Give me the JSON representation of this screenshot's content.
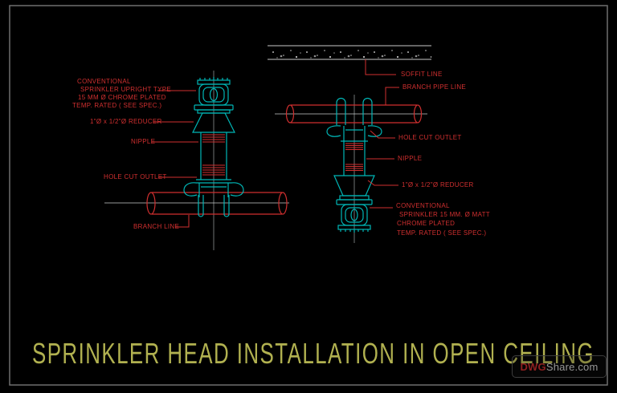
{
  "title": "SPRINKLER HEAD INSTALLATION IN OPEN CEILING",
  "watermark": {
    "brand": "DWG",
    "suffix": "Share.com"
  },
  "colors": {
    "background": "#000000",
    "sheet_frame_gray": "#6f6f6f",
    "drawing_cyan": "#00b6b6",
    "annotation_red": "#d02f2f",
    "centerline_white": "#c8cdcd",
    "centerline_gray": "#8b9393",
    "soffit_gray": "#c8c8c8",
    "title_yellow": "#b1b150"
  },
  "left_detail": {
    "labels": {
      "block": [
        "CONVENTIONAL",
        "SPRINKLER UPRIGHT TYPE",
        "15 MM Ø CHROME PLATED",
        "TEMP. RATED ( SEE SPEC.)"
      ],
      "reducer": "1\"Ø x 1/2\"Ø REDUCER",
      "nipple": "NIPPLE",
      "hole_cut_outlet": "HOLE CUT OUTLET",
      "branch_line": "BRANCH LINE"
    }
  },
  "right_detail": {
    "labels": {
      "soffit_line": "SOFFIT LINE",
      "branch_pipe_line": "BRANCH PIPE LINE",
      "hole_cut_outlet": "HOLE CUT OUTLET",
      "nipple": "NIPPLE",
      "reducer": "1\"Ø x 1/2\"Ø REDUCER",
      "block": [
        "CONVENTIONAL",
        "SPRINKLER 15 MM. Ø MATT",
        "CHROME PLATED",
        "TEMP. RATED ( SEE SPEC.)"
      ]
    }
  }
}
